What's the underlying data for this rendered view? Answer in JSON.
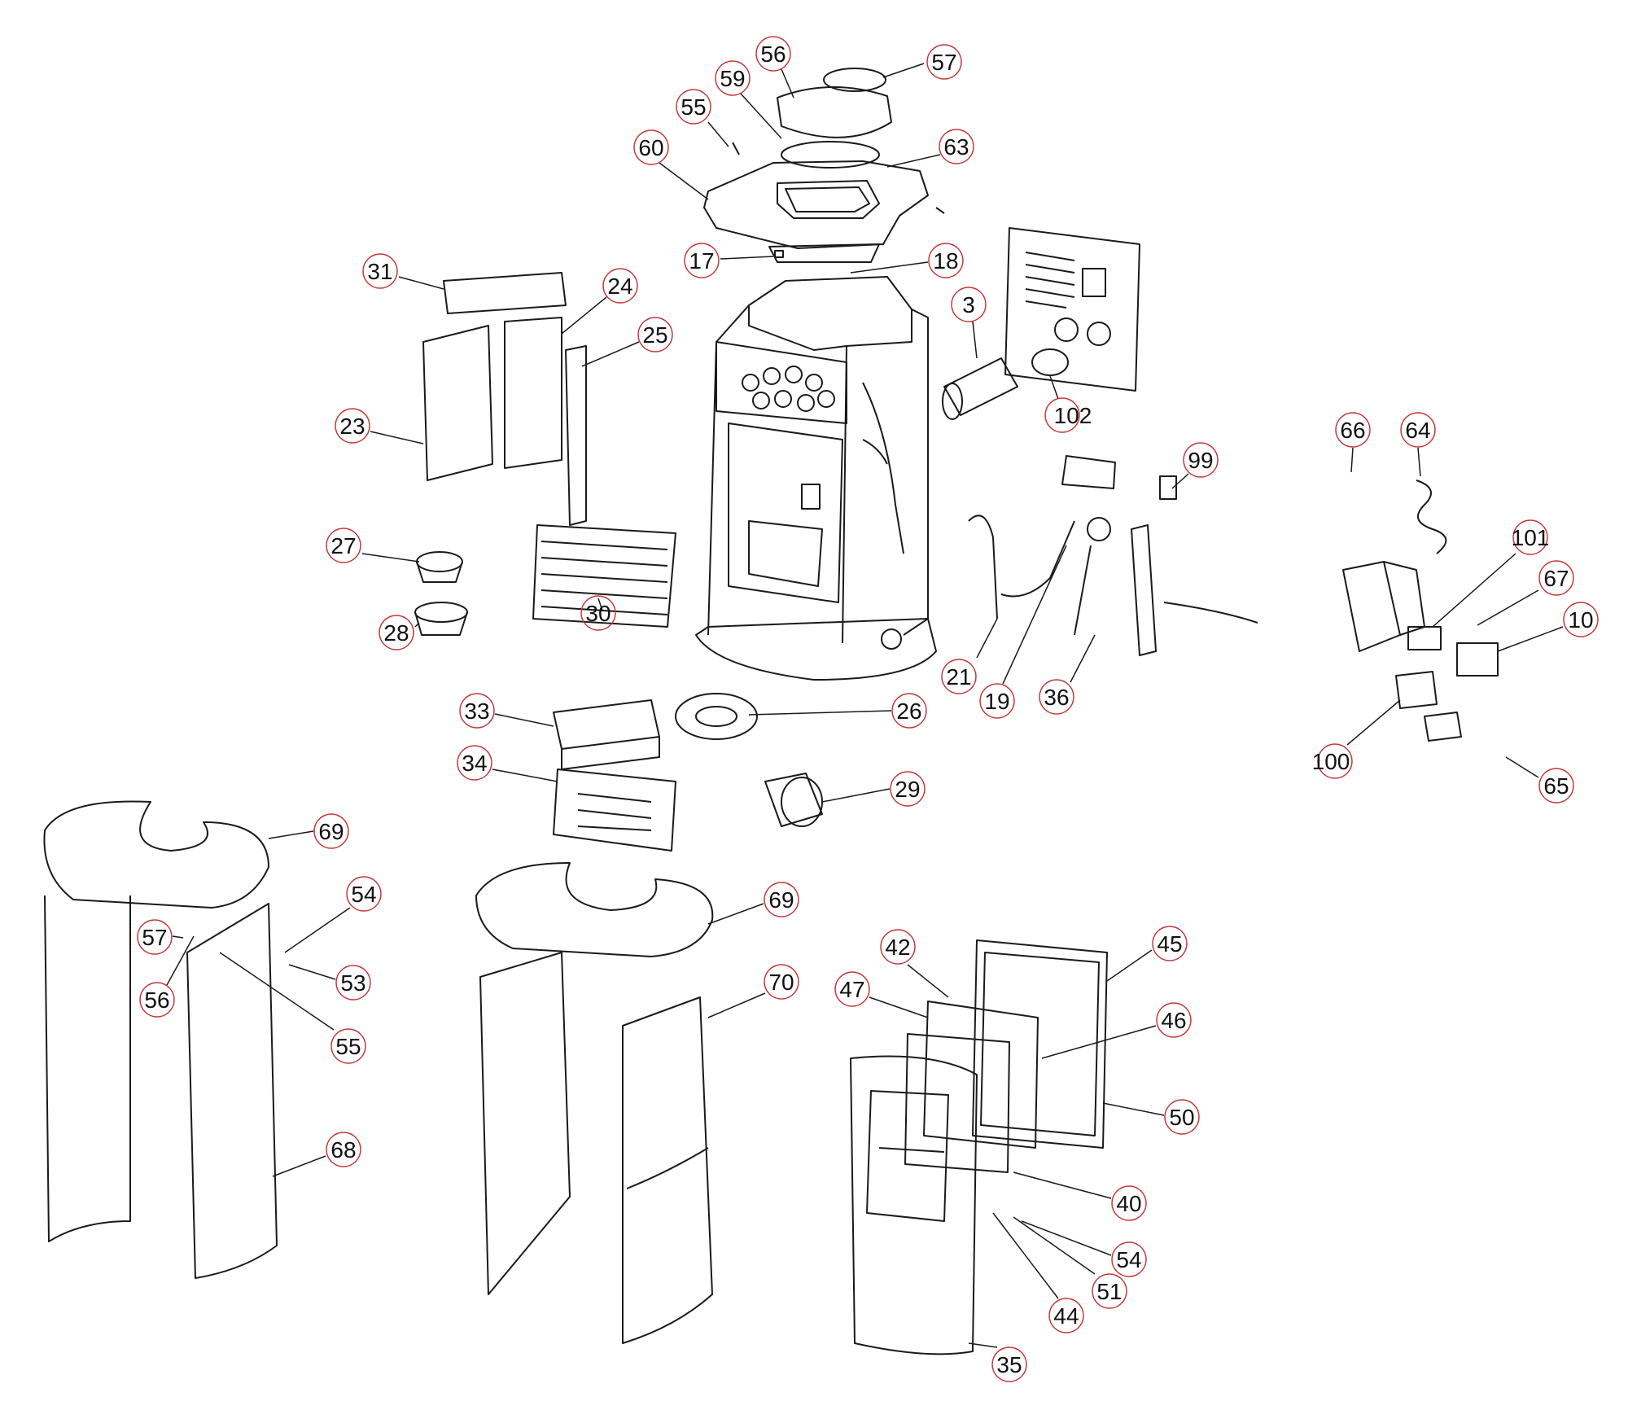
{
  "colors": {
    "background": "#ffffff",
    "line": "#1a1a1a",
    "callout_circle": "#c43a3a",
    "callout_text": "#111111"
  },
  "callouts": [
    {
      "id": "c-56-top",
      "label": "56"
    },
    {
      "id": "c-57-top",
      "label": "57"
    },
    {
      "id": "c-59",
      "label": "59"
    },
    {
      "id": "c-55-top",
      "label": "55"
    },
    {
      "id": "c-60",
      "label": "60"
    },
    {
      "id": "c-63",
      "label": "63"
    },
    {
      "id": "c-17",
      "label": "17"
    },
    {
      "id": "c-18",
      "label": "18"
    },
    {
      "id": "c-31",
      "label": "31"
    },
    {
      "id": "c-24",
      "label": "24"
    },
    {
      "id": "c-25",
      "label": "25"
    },
    {
      "id": "c-23",
      "label": "23"
    },
    {
      "id": "c-3",
      "label": "3"
    },
    {
      "id": "c-102",
      "label": "102"
    },
    {
      "id": "c-99",
      "label": "99"
    },
    {
      "id": "c-66",
      "label": "66"
    },
    {
      "id": "c-64",
      "label": "64"
    },
    {
      "id": "c-101",
      "label": "101"
    },
    {
      "id": "c-67",
      "label": "67"
    },
    {
      "id": "c-10",
      "label": "10"
    },
    {
      "id": "c-100",
      "label": "100"
    },
    {
      "id": "c-65",
      "label": "65"
    },
    {
      "id": "c-27",
      "label": "27"
    },
    {
      "id": "c-28",
      "label": "28"
    },
    {
      "id": "c-30",
      "label": "30"
    },
    {
      "id": "c-21",
      "label": "21"
    },
    {
      "id": "c-19",
      "label": "19"
    },
    {
      "id": "c-36",
      "label": "36"
    },
    {
      "id": "c-33",
      "label": "33"
    },
    {
      "id": "c-26",
      "label": "26"
    },
    {
      "id": "c-34",
      "label": "34"
    },
    {
      "id": "c-29",
      "label": "29"
    },
    {
      "id": "c-69-left",
      "label": "69"
    },
    {
      "id": "c-54-left",
      "label": "54"
    },
    {
      "id": "c-57-left",
      "label": "57"
    },
    {
      "id": "c-53",
      "label": "53"
    },
    {
      "id": "c-56-left",
      "label": "56"
    },
    {
      "id": "c-55-left",
      "label": "55"
    },
    {
      "id": "c-68",
      "label": "68"
    },
    {
      "id": "c-69-mid",
      "label": "69"
    },
    {
      "id": "c-70",
      "label": "70"
    },
    {
      "id": "c-42",
      "label": "42"
    },
    {
      "id": "c-45",
      "label": "45"
    },
    {
      "id": "c-47",
      "label": "47"
    },
    {
      "id": "c-46",
      "label": "46"
    },
    {
      "id": "c-50",
      "label": "50"
    },
    {
      "id": "c-40",
      "label": "40"
    },
    {
      "id": "c-54-right",
      "label": "54"
    },
    {
      "id": "c-51",
      "label": "51"
    },
    {
      "id": "c-44",
      "label": "44"
    },
    {
      "id": "c-35",
      "label": "35"
    }
  ]
}
